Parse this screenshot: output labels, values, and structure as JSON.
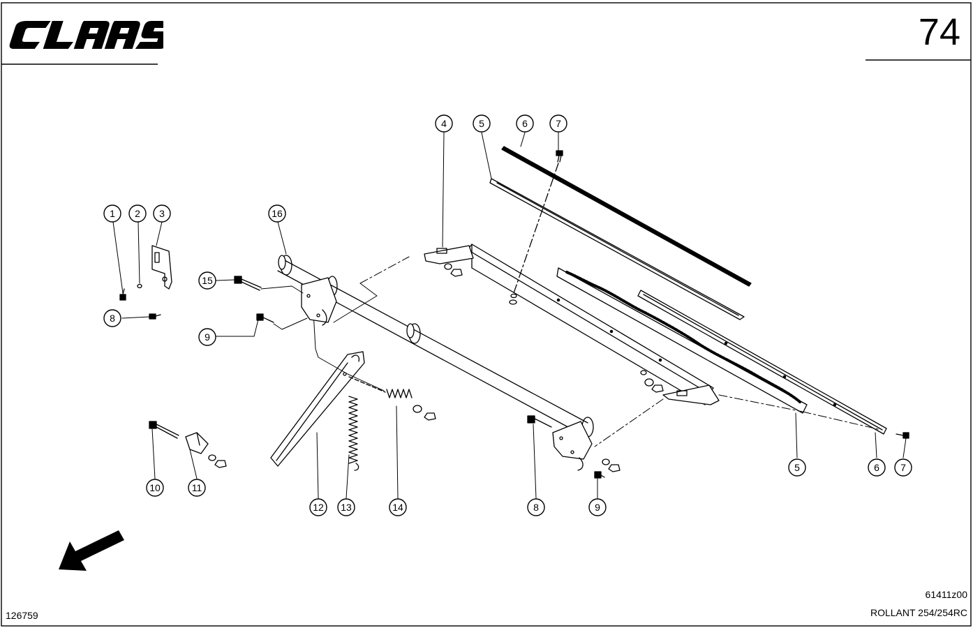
{
  "header": {
    "brand": "CLAAS",
    "page_number": "74"
  },
  "footer": {
    "drawing_code": "61411z00",
    "model": "ROLLANT 254/254RC",
    "document_number": "126759"
  },
  "callouts": [
    "1",
    "2",
    "3",
    "4",
    "5",
    "6",
    "7",
    "8",
    "9",
    "10",
    "11",
    "12",
    "13",
    "14",
    "15",
    "16",
    "5",
    "6",
    "7",
    "8",
    "9"
  ],
  "icons": {
    "direction_arrow": "direction-arrow-icon"
  }
}
